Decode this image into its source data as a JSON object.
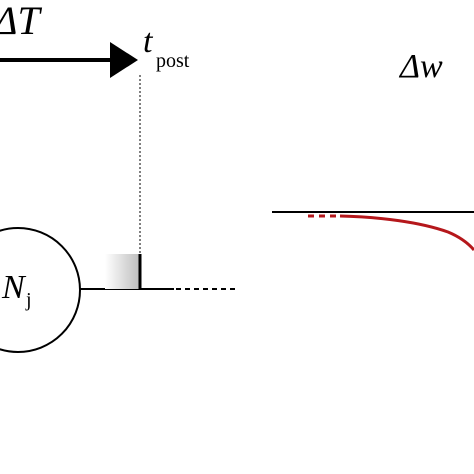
{
  "labels": {
    "delta_t": "ΔT",
    "t_post_t": "t",
    "t_post_sub": "post",
    "neuron_n": "N",
    "neuron_sub": "j",
    "delta_w": "Δw"
  },
  "colors": {
    "ink": "#000000",
    "curve": "#b5171b",
    "gradient_start": "#ffffff",
    "gradient_end": "#bdbdbd"
  }
}
